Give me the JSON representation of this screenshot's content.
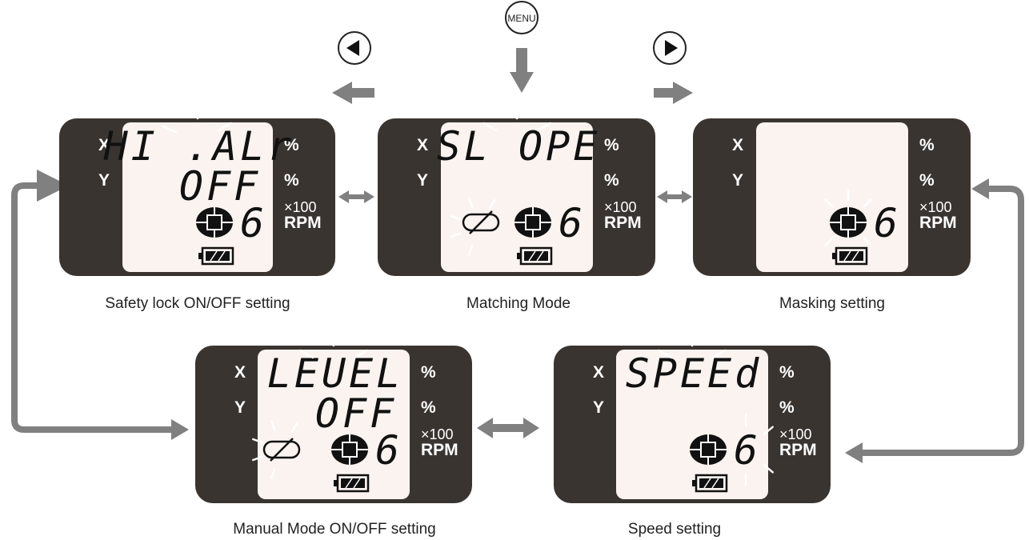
{
  "menu_button": {
    "label": "MENU"
  },
  "colors": {
    "panel": "#3a3430",
    "screen": "#fbf3ef",
    "arrow": "#808080",
    "segment": "#111111"
  },
  "panels": [
    {
      "id": "safety-lock",
      "caption": "Safety lock ON/OFF setting",
      "axis_x": "X",
      "axis_y": "Y",
      "unit_top": "%",
      "unit_mid": "%",
      "rpm_mult": "×100",
      "rpm": "RPM",
      "line1": "HI .ALr",
      "line2": "OFF",
      "digit": "6"
    },
    {
      "id": "matching-mode",
      "caption": "Matching Mode",
      "axis_x": "X",
      "axis_y": "Y",
      "unit_top": "%",
      "unit_mid": "%",
      "rpm_mult": "×100",
      "rpm": "RPM",
      "line1": "SL OPE",
      "line2": "",
      "digit": "6"
    },
    {
      "id": "masking",
      "caption": "Masking setting",
      "axis_x": "X",
      "axis_y": "Y",
      "unit_top": "%",
      "unit_mid": "%",
      "rpm_mult": "×100",
      "rpm": "RPM",
      "line1": "",
      "line2": "",
      "digit": "6"
    },
    {
      "id": "manual-mode",
      "caption": "Manual Mode ON/OFF setting",
      "axis_x": "X",
      "axis_y": "Y",
      "unit_top": "%",
      "unit_mid": "%",
      "rpm_mult": "×100",
      "rpm": "RPM",
      "line1": "LEUEL",
      "line2": "OFF",
      "digit": "6"
    },
    {
      "id": "speed",
      "caption": "Speed setting",
      "axis_x": "X",
      "axis_y": "Y",
      "unit_top": "%",
      "unit_mid": "%",
      "rpm_mult": "×100",
      "rpm": "RPM",
      "line1": "SPEEd",
      "line2": "",
      "digit": "6"
    }
  ]
}
